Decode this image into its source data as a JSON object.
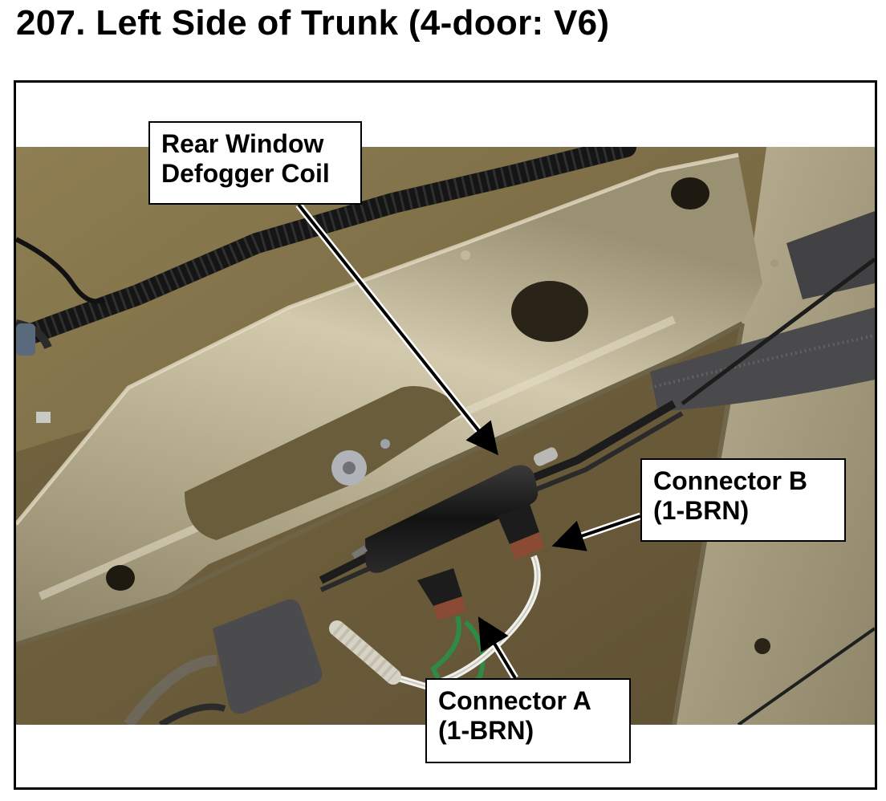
{
  "page": {
    "title": "207.  Left Side of Trunk (4-door: V6)"
  },
  "callouts": {
    "defogger": {
      "line1": "Rear Window",
      "line2": "Defogger Coil"
    },
    "connector_b": {
      "line1": "Connector B",
      "line2": "(1-BRN)"
    },
    "connector_a": {
      "line1": "Connector A",
      "line2": "(1-BRN)"
    }
  },
  "colors": {
    "panel": "#9a8d67",
    "floor": "#7e6f47",
    "coil": "#1a1a1a",
    "connector": "#8a4a34",
    "green_wire": "#2e8a46",
    "white_wire": "#f1f0ea",
    "foam": "#4a4a4c"
  }
}
